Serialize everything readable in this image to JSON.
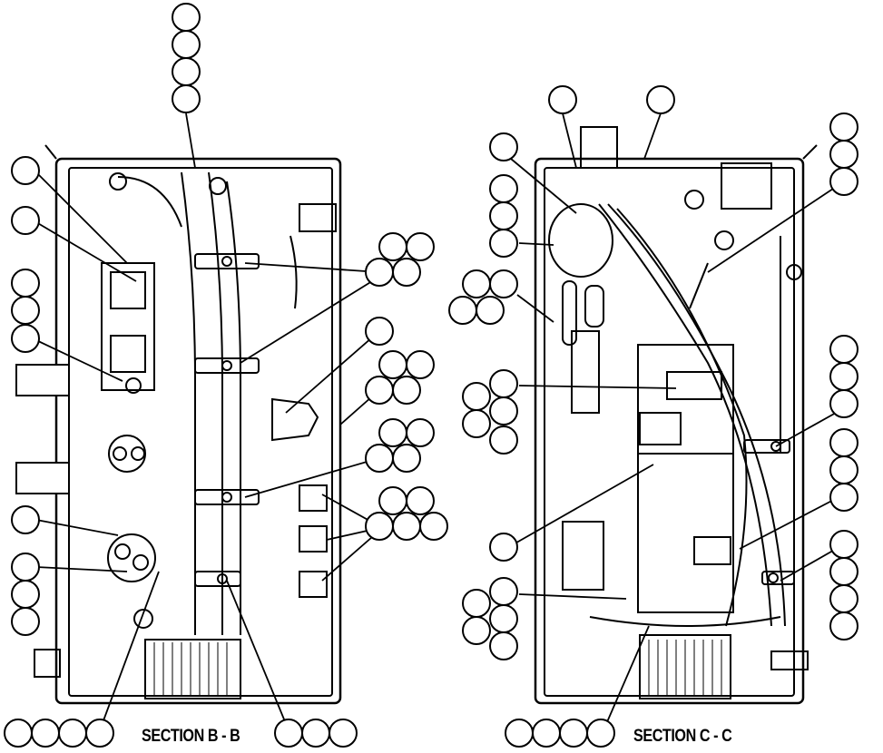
{
  "sections": [
    {
      "id": "b",
      "label": "SECTION B - B"
    },
    {
      "id": "c",
      "label": "SECTION C - C"
    }
  ],
  "diagram": {
    "callout_balloons": "blank reference balloons with leader lines",
    "line_color": "#000000",
    "background": "#ffffff"
  }
}
